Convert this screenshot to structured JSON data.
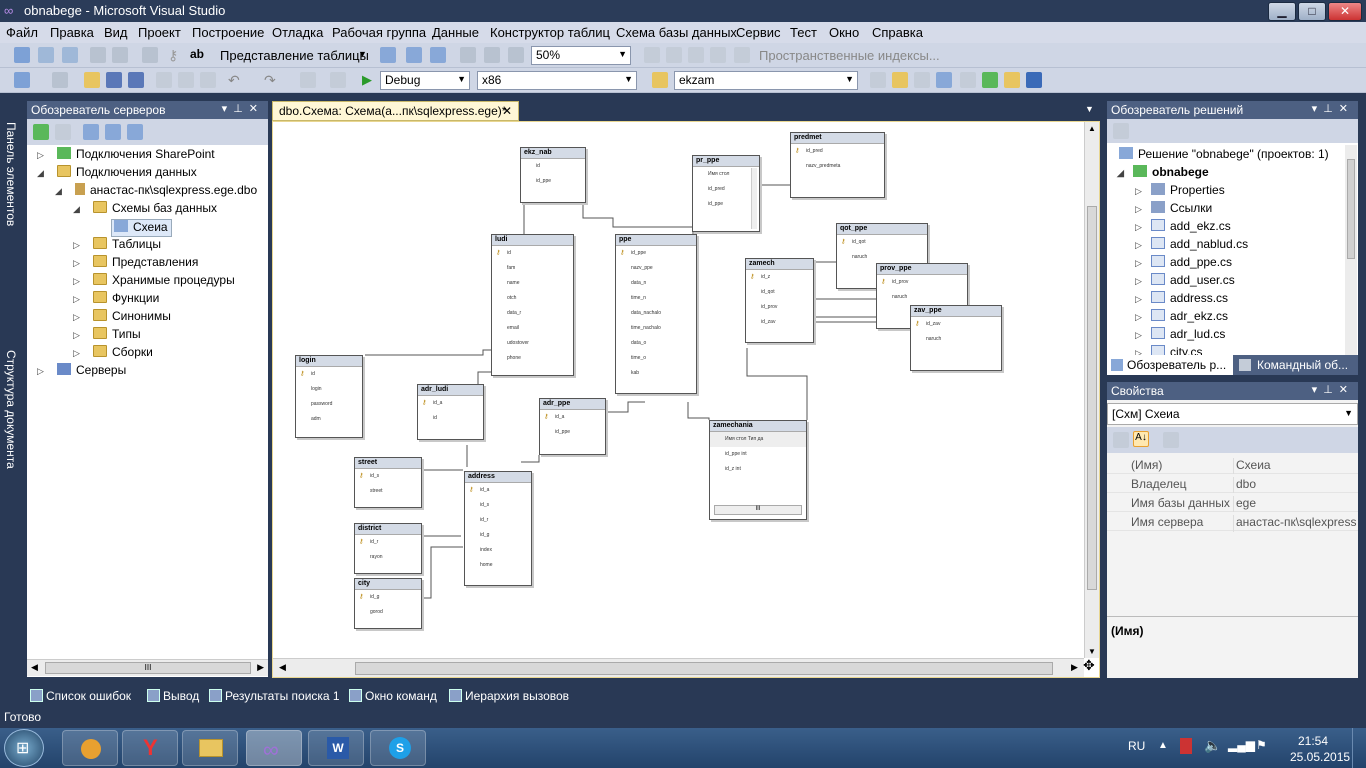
{
  "window": {
    "title": "obnabege - Microsoft Visual Studio",
    "min": "▁",
    "max": "□",
    "close": "✕"
  },
  "menu": [
    "Файл",
    "Правка",
    "Вид",
    "Проект",
    "Построение",
    "Отладка",
    "Рабочая группа",
    "Данные",
    "Конструктор таблиц",
    "Схема базы данных",
    "Сервис",
    "Тест",
    "Окно",
    "Справка"
  ],
  "toolbar1": {
    "view_mode": "Представление таблицы",
    "zoom": "50%",
    "spatial_indexes": "Пространственные индексы..."
  },
  "toolbar2": {
    "config": "Debug",
    "platform": "x86",
    "find": "ekzam"
  },
  "server_explorer": {
    "title": "Обозреватель серверов",
    "items": [
      {
        "label": "Подключения SharePoint",
        "exp": "▷"
      },
      {
        "label": "Подключения данных",
        "exp": "◢"
      },
      {
        "label": "анастас-пк\\sqlexpress.ege.dbo",
        "exp": "◢"
      },
      {
        "label": "Схемы баз данных",
        "exp": "◢"
      },
      {
        "label": "Схеиа",
        "exp": ""
      },
      {
        "label": "Таблицы",
        "exp": "▷"
      },
      {
        "label": "Представления",
        "exp": "▷"
      },
      {
        "label": "Хранимые процедуры",
        "exp": "▷"
      },
      {
        "label": "Функции",
        "exp": "▷"
      },
      {
        "label": "Синонимы",
        "exp": "▷"
      },
      {
        "label": "Типы",
        "exp": "▷"
      },
      {
        "label": "Сборки",
        "exp": "▷"
      },
      {
        "label": "Серверы",
        "exp": "▷"
      }
    ],
    "scroll_thumb": "III"
  },
  "side_strip": {
    "toolbox": "Панель элементов",
    "doc_outline": "Структура документа"
  },
  "document_tab": {
    "label": "dbo.Схема: Схема(а...пк\\sqlexpress.ege)*",
    "close": "✕"
  },
  "diagram": {
    "tables": [
      {
        "name": "ekz_nab",
        "rows": [
          "id",
          "id_ppe"
        ]
      },
      {
        "name": "pr_ppe",
        "rows": [
          "Имя стол",
          "id_pred",
          "id_ppe"
        ]
      },
      {
        "name": "predmet",
        "rows": [
          "id_pred",
          "nazv_predmeta"
        ]
      },
      {
        "name": "ludi",
        "rows": [
          "id",
          "fam",
          "name",
          "otch",
          "data_r",
          "email",
          "udostover",
          "phone"
        ]
      },
      {
        "name": "ppe",
        "rows": [
          "id_ppe",
          "nazv_ppe",
          "data_n",
          "time_n",
          "data_nachalo",
          "time_nachalo",
          "data_o",
          "time_o",
          "kab"
        ]
      },
      {
        "name": "qot_ppe",
        "rows": [
          "id_qot",
          "naruch"
        ]
      },
      {
        "name": "zamech",
        "rows": [
          "id_z",
          "id_qot",
          "id_prov",
          "id_zav"
        ]
      },
      {
        "name": "prov_ppe",
        "rows": [
          "id_prov",
          "naruch"
        ]
      },
      {
        "name": "zav_ppe",
        "rows": [
          "id_zav",
          "naruch"
        ]
      },
      {
        "name": "login",
        "rows": [
          "id",
          "login",
          "password",
          "adm"
        ]
      },
      {
        "name": "adr_ludi",
        "rows": [
          "id_a",
          "id"
        ]
      },
      {
        "name": "adr_ppe",
        "rows": [
          "id_a",
          "id_ppe"
        ]
      },
      {
        "name": "zamechania",
        "rows": [
          "Имя стол  Тип да",
          "id_ppe  int",
          "id_z  int"
        ]
      },
      {
        "name": "street",
        "rows": [
          "id_s",
          "street"
        ]
      },
      {
        "name": "address",
        "rows": [
          "id_a",
          "id_s",
          "id_r",
          "id_g",
          "index",
          "home"
        ]
      },
      {
        "name": "district",
        "rows": [
          "id_r",
          "rayon"
        ]
      },
      {
        "name": "city",
        "rows": [
          "id_g",
          "gorod"
        ]
      }
    ],
    "hscroll_thumb": "III"
  },
  "solution_explorer": {
    "title": "Обозреватель решений",
    "items": [
      "Решение \"obnabege\"  (проектов: 1)",
      "obnabege",
      "Properties",
      "Ссылки",
      "add_ekz.cs",
      "add_nablud.cs",
      "add_ppe.cs",
      "add_user.cs",
      "address.cs",
      "adr_ekz.cs",
      "adr_lud.cs",
      "city.cs"
    ],
    "tabs": [
      "Обозреватель р...",
      "Командный об..."
    ]
  },
  "properties": {
    "title": "Свойства",
    "object": "[Схм] Схеиа",
    "rows": [
      {
        "name": "(Имя)",
        "value": "Схеиа"
      },
      {
        "name": "Владелец",
        "value": "dbo"
      },
      {
        "name": "Имя базы данных",
        "value": "ege"
      },
      {
        "name": "Имя сервера",
        "value": "анастас-пк\\sqlexpress"
      }
    ],
    "desc_title": "(Имя)"
  },
  "bottom_tabs": [
    "Список ошибок",
    "Вывод",
    "Результаты поиска 1",
    "Окно команд",
    "Иерархия вызовов"
  ],
  "status": "Готово",
  "tray": {
    "lang": "RU",
    "time": "21:54",
    "date": "25.05.2015"
  },
  "colors": {
    "chrome": "#293955",
    "panel_header": "#4d6082",
    "doc_tab": "#fff7d6",
    "toolbar": "#cfd6e5"
  }
}
